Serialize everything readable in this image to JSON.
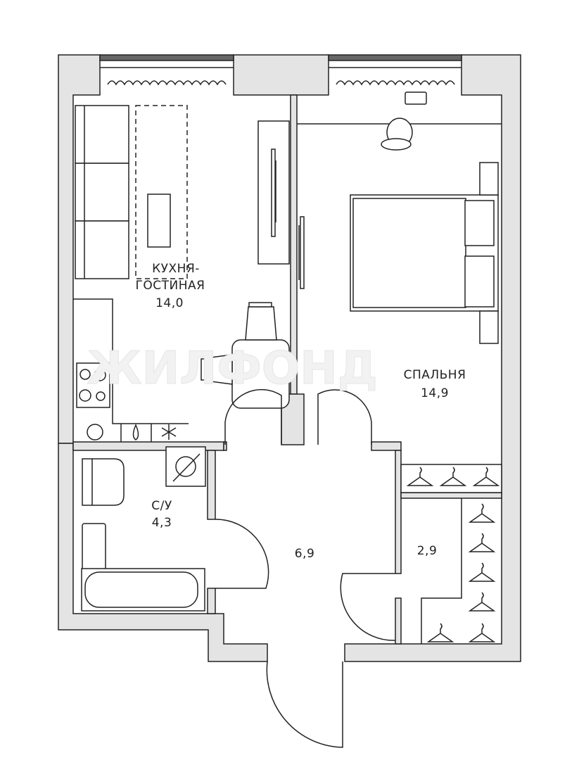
{
  "plan": {
    "watermark": "ЖИЛФОНД",
    "rooms": [
      {
        "name": "kitchen-living",
        "label_line1": "КУХНЯ-",
        "label_line2": "ГОСТИНАЯ",
        "area": "14,0"
      },
      {
        "name": "bedroom",
        "label_line1": "СПАЛЬНЯ",
        "area": "14,9"
      },
      {
        "name": "bathroom",
        "label_line1": "С/У",
        "area": "4,3"
      },
      {
        "name": "hallway",
        "area": "6,9"
      },
      {
        "name": "closet",
        "area": "2,9"
      }
    ],
    "colors": {
      "wall_fill": "#e4e4e4",
      "line": "#222222",
      "background": "#ffffff"
    }
  }
}
